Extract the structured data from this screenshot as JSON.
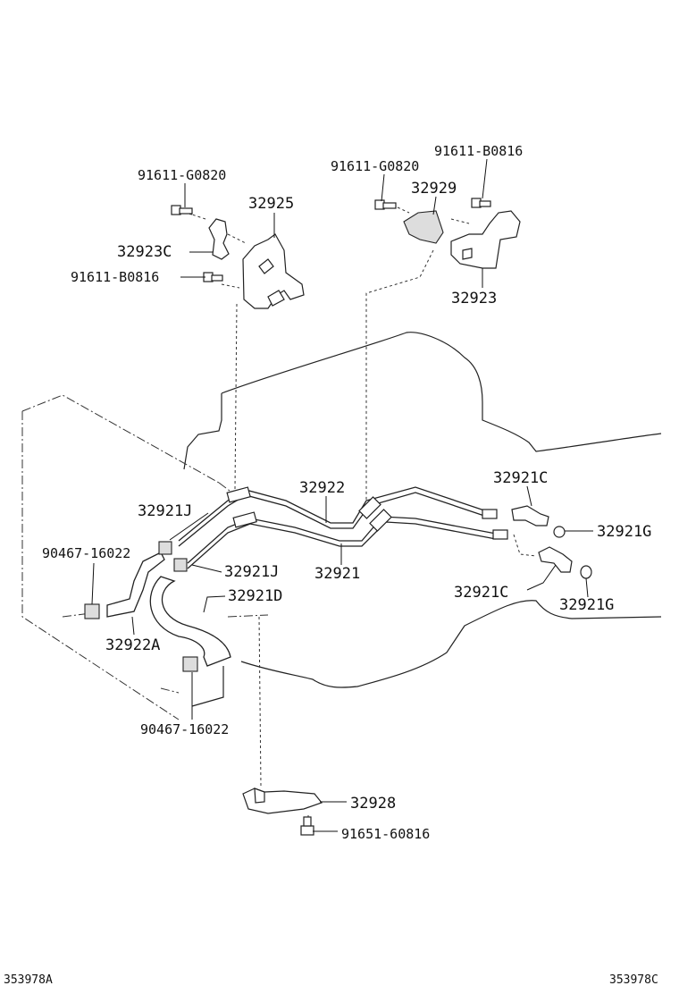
{
  "labels": {
    "p91611_G0820_left": "91611-G0820",
    "p32925": "32925",
    "p32923C": "32923C",
    "p91611_B0816_left": "91611-B0816",
    "p91611_B0816_right": "91611-B0816",
    "p91611_G0820_right": "91611-G0820",
    "p32929": "32929",
    "p32923": "32923",
    "p32922": "32922",
    "p32921C_top": "32921C",
    "p32921J_top": "32921J",
    "p32921G_top": "32921G",
    "p90467_16022_top": "90467-16022",
    "p32921J_mid": "32921J",
    "p32921": "32921",
    "p32921D": "32921D",
    "p32921C_bot": "32921C",
    "p32921G_bot": "32921G",
    "p32922A": "32922A",
    "p90467_16022_bot": "90467-16022",
    "p32928": "32928",
    "p91651_60816": "91651-60816"
  },
  "footer": {
    "left_code": "353978A",
    "right_code": "353978C"
  }
}
